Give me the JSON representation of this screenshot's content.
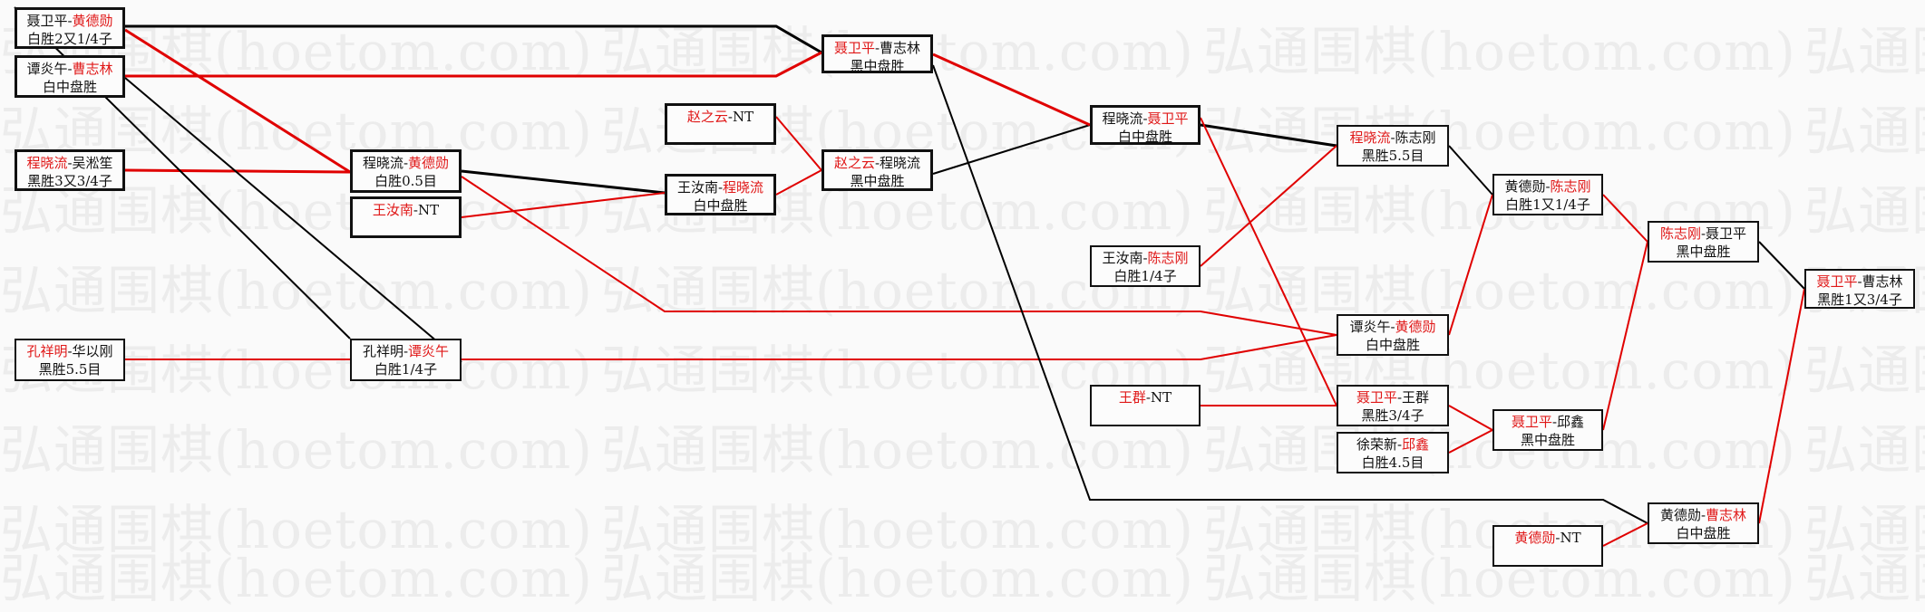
{
  "watermark": "弘通围棋(hoetom.com)",
  "colors": {
    "winner": "#e01818",
    "line_red": "#e00000",
    "line_black": "#000000"
  },
  "matches": [
    {
      "id": "m1",
      "p1": "聂卫平",
      "sep": "-",
      "p2": "黄德勋",
      "winner": 2,
      "result": "白胜2又1/4子"
    },
    {
      "id": "m2",
      "p1": "谭炎午",
      "sep": "-",
      "p2": "曹志林",
      "winner": 2,
      "result": "白中盘胜"
    },
    {
      "id": "m3",
      "p1": "程晓流",
      "sep": "-",
      "p2": "吴淞笙",
      "winner": 1,
      "result": "黑胜3又3/4子"
    },
    {
      "id": "m4",
      "p1": "孔祥明",
      "sep": "-",
      "p2": "华以刚",
      "winner": 1,
      "result": "黑胜5.5目"
    },
    {
      "id": "m5",
      "p1": "程晓流",
      "sep": "-",
      "p2": "黄德勋",
      "winner": 2,
      "result": "白胜0.5目"
    },
    {
      "id": "m6",
      "p1": "王汝南",
      "sep": "-",
      "p2": "NT",
      "winner": 1,
      "result": ""
    },
    {
      "id": "m7",
      "p1": "孔祥明",
      "sep": "-",
      "p2": "谭炎午",
      "winner": 2,
      "result": "白胜1/4子"
    },
    {
      "id": "m8",
      "p1": "赵之云",
      "sep": "-",
      "p2": "NT",
      "winner": 1,
      "result": ""
    },
    {
      "id": "m9",
      "p1": "王汝南",
      "sep": "-",
      "p2": "程晓流",
      "winner": 2,
      "result": "白中盘胜"
    },
    {
      "id": "m10",
      "p1": "聂卫平",
      "sep": "-",
      "p2": "曹志林",
      "winner": 1,
      "result": "黑中盘胜"
    },
    {
      "id": "m11",
      "p1": "赵之云",
      "sep": "-",
      "p2": "程晓流",
      "winner": 1,
      "result": "黑中盘胜"
    },
    {
      "id": "m12",
      "p1": "程晓流",
      "sep": "-",
      "p2": "聂卫平",
      "winner": 2,
      "result": "白中盘胜"
    },
    {
      "id": "m13",
      "p1": "王汝南",
      "sep": "-",
      "p2": "陈志刚",
      "winner": 2,
      "result": "白胜1/4子"
    },
    {
      "id": "m14",
      "p1": "王群",
      "sep": "-",
      "p2": "NT",
      "winner": 1,
      "result": ""
    },
    {
      "id": "m15",
      "p1": "程晓流",
      "sep": "-",
      "p2": "陈志刚",
      "winner": 1,
      "result": "黑胜5.5目"
    },
    {
      "id": "m16",
      "p1": "谭炎午",
      "sep": "-",
      "p2": "黄德勋",
      "winner": 2,
      "result": "白中盘胜"
    },
    {
      "id": "m17",
      "p1": "聂卫平",
      "sep": "-",
      "p2": "王群",
      "winner": 1,
      "result": "黑胜3/4子"
    },
    {
      "id": "m18",
      "p1": "徐荣新",
      "sep": "-",
      "p2": "邱鑫",
      "winner": 2,
      "result": "白胜4.5目"
    },
    {
      "id": "m19",
      "p1": "黄德勋",
      "sep": "-",
      "p2": "陈志刚",
      "winner": 2,
      "result": "白胜1又1/4子"
    },
    {
      "id": "m20",
      "p1": "聂卫平",
      "sep": "-",
      "p2": "邱鑫",
      "winner": 1,
      "result": "黑中盘胜"
    },
    {
      "id": "m21",
      "p1": "陈志刚",
      "sep": "-",
      "p2": "聂卫平",
      "winner": 1,
      "result": "黑中盘胜"
    },
    {
      "id": "m22",
      "p1": "黄德勋",
      "sep": "-",
      "p2": "NT",
      "winner": 1,
      "result": ""
    },
    {
      "id": "m23",
      "p1": "黄德勋",
      "sep": "-",
      "p2": "曹志林",
      "winner": 2,
      "result": "白中盘胜"
    },
    {
      "id": "m24",
      "p1": "聂卫平",
      "sep": "-",
      "p2": "曹志林",
      "winner": 1,
      "result": "黑胜1又3/4子"
    }
  ]
}
